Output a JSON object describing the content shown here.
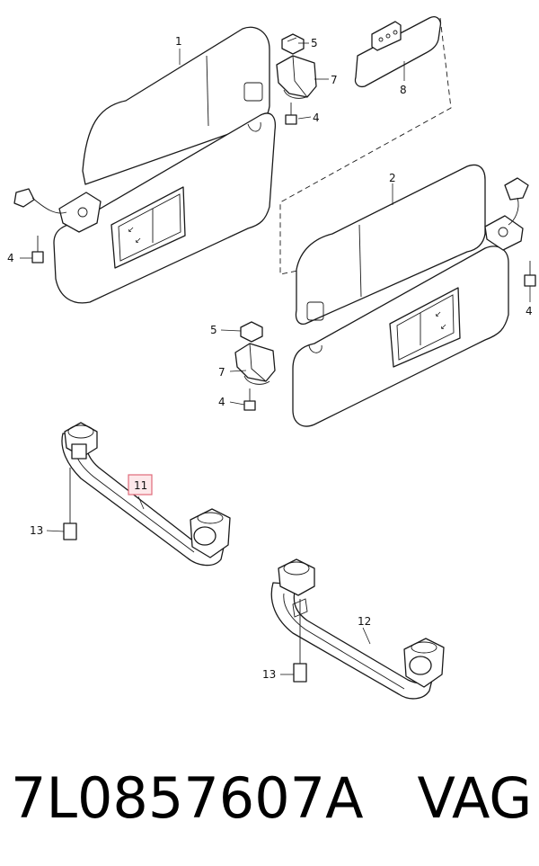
{
  "diagram": {
    "labels": {
      "sun_visor_left": "1",
      "sun_visor_right": "2",
      "screw_bracket_top": "4",
      "screw_left": "4",
      "screw_right": "4",
      "screw_middle": "4",
      "clip_top": "5",
      "clip_middle": "5",
      "holder_top": "7",
      "holder_middle": "7",
      "mirror": "8",
      "grab_handle_front": "11",
      "grab_handle_rear": "12",
      "screw_handle_front": "13",
      "screw_handle_rear": "13"
    },
    "highlight": {
      "label": "grab_handle_front",
      "color": "#e06a7a"
    }
  },
  "footer": {
    "part_number": "7L0857607A",
    "brand": "VAG"
  }
}
